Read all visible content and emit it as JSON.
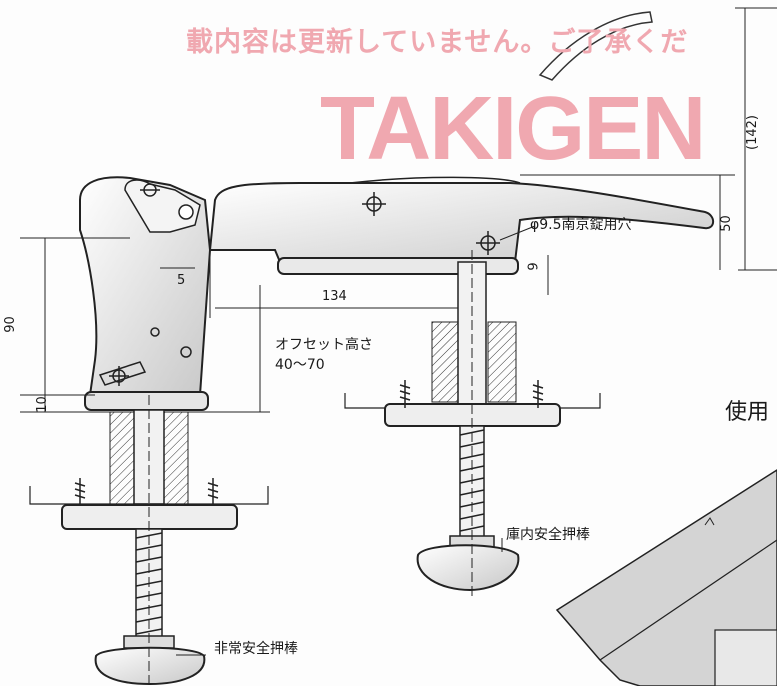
{
  "watermark": {
    "notice": "載内容は更新していません。ご了承くだ",
    "logo": "TAKIGEN",
    "color": "#f0a8b0"
  },
  "dimensions": {
    "d142": "(142)",
    "d50": "50",
    "d9": "9",
    "d134": "134",
    "d5": "5",
    "d90": "90",
    "d10": "10"
  },
  "annotations": {
    "lock_hole": "φ9.5南京錠用穴",
    "offset_title": "オフセット高さ",
    "offset_range": "40～70",
    "inner_rod": "庫内安全押棒",
    "emergency_rod": "非常安全押棒",
    "usage": "使用"
  }
}
